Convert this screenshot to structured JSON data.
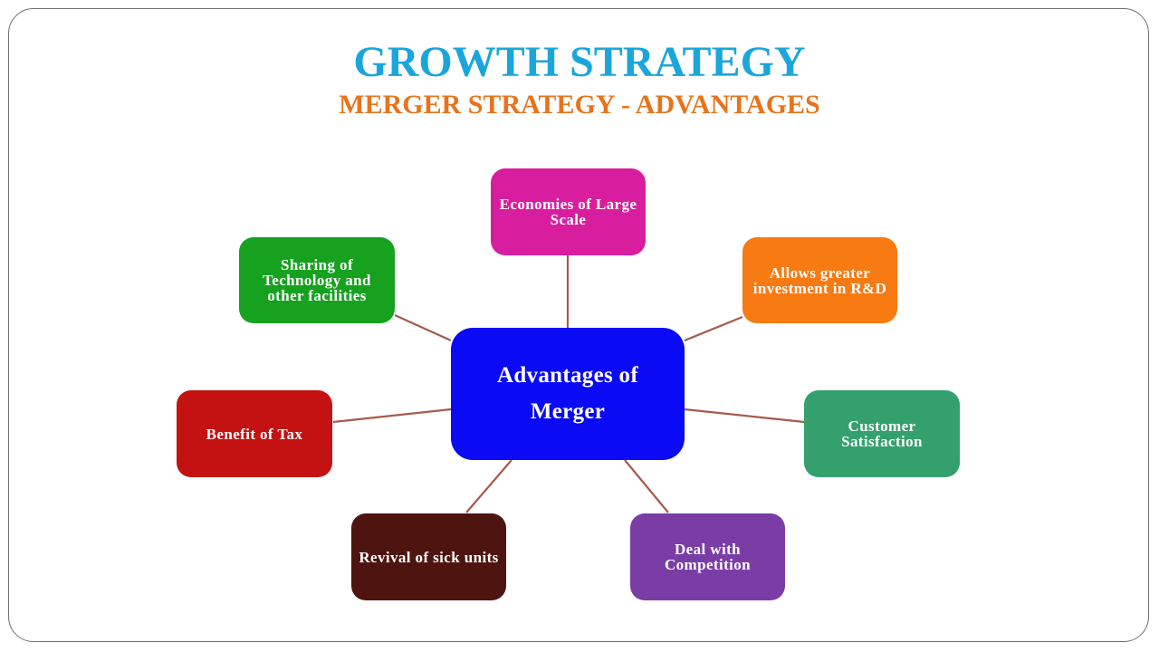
{
  "slide": {
    "title": "GROWTH STRATEGY",
    "subtitle": "MERGER STRATEGY - ADVANTAGES"
  },
  "colors": {
    "title": "#1BA6DB",
    "subtitle": "#E8731C",
    "connector": "#A65A4A",
    "center": "#0A0AF5",
    "economies": "#D81E9E",
    "rnd": "#F77A12",
    "customer": "#34A06E",
    "competition": "#7A3DA6",
    "revival": "#4E1510",
    "tax": "#C41212",
    "technology": "#16A11F"
  },
  "diagram": {
    "center": {
      "label": "Advantages of Merger"
    },
    "nodes": [
      {
        "key": "economies",
        "label": "Economies of Large Scale"
      },
      {
        "key": "rnd",
        "label": "Allows greater investment in R&D"
      },
      {
        "key": "customer",
        "label": "Customer Satisfaction"
      },
      {
        "key": "competition",
        "label": "Deal with Competition"
      },
      {
        "key": "revival",
        "label": "Revival of sick units"
      },
      {
        "key": "tax",
        "label": "Benefit of Tax"
      },
      {
        "key": "technology",
        "label": "Sharing of Technology and other facilities"
      }
    ]
  }
}
